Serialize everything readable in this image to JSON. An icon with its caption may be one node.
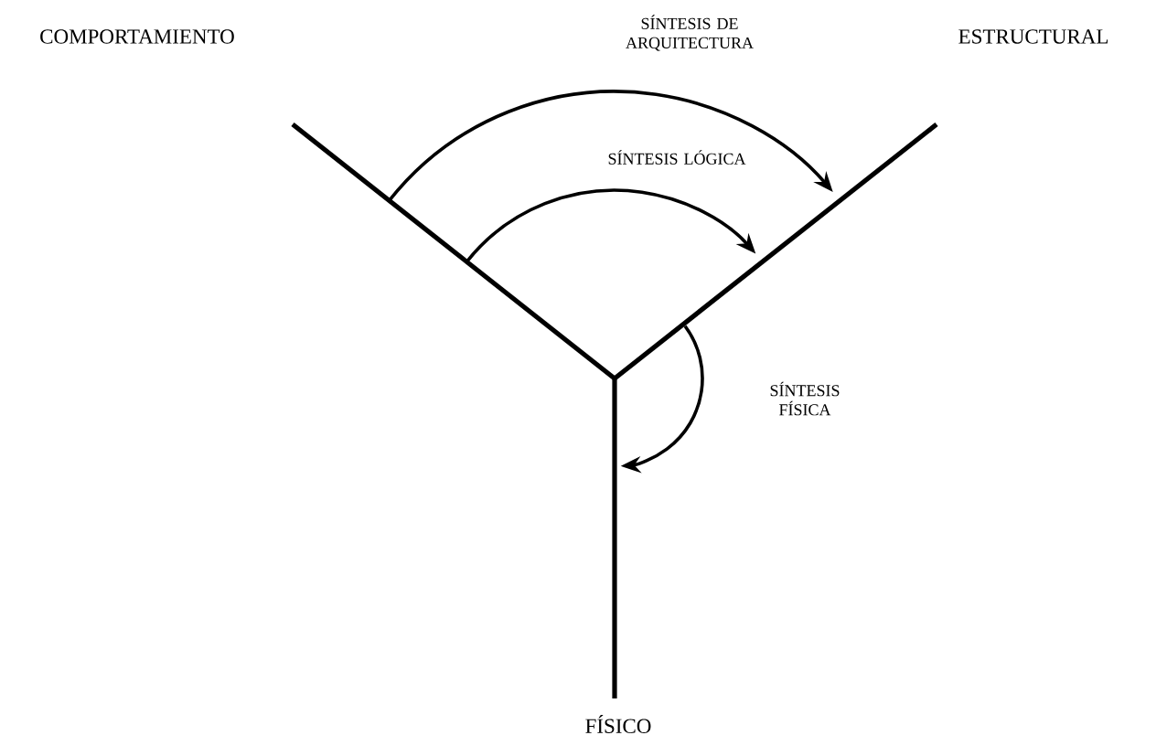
{
  "diagram": {
    "nodes": [
      {
        "text": [],
        "shape": "line"
      },
      {
        "text": [],
        "shape": "line"
      },
      {
        "text": [],
        "shape": "line"
      }
    ],
    "edges": [
      {
        "from": 0,
        "to": 1,
        "arrow": "to",
        "label": "SÍNTESIS DE ARQUITECTURA"
      },
      {
        "from": 0,
        "to": 1,
        "arrow": "to",
        "label": "SÍNTESIS LÓGICA"
      },
      {
        "from": 1,
        "to": 2,
        "arrow": "to",
        "label": "SÍNTESIS FÍSICA"
      }
    ],
    "labels": [
      "COMPORTAMIENTO",
      "ESTRUCTURAL",
      "FÍSICO"
    ]
  }
}
